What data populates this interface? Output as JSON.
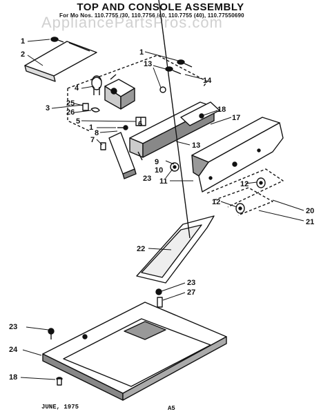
{
  "header": {
    "title": "TOP AND CONSOLE ASSEMBLY",
    "model_line": "For Mo  Nos. 110.7755 /30, 110.7756 /40, 110.7755 (40), 110.77550690",
    "watermark": "AppliancePartsPros.com"
  },
  "footer": {
    "date": "JUNE, 1975",
    "page": "A5"
  },
  "callouts": [
    "1",
    "2",
    "3",
    "4",
    "5",
    "6",
    "7",
    "8",
    "9",
    "10",
    "11",
    "12",
    "13",
    "14",
    "17",
    "18",
    "20",
    "21",
    "22",
    "23",
    "24",
    "25",
    "26",
    "27"
  ]
}
